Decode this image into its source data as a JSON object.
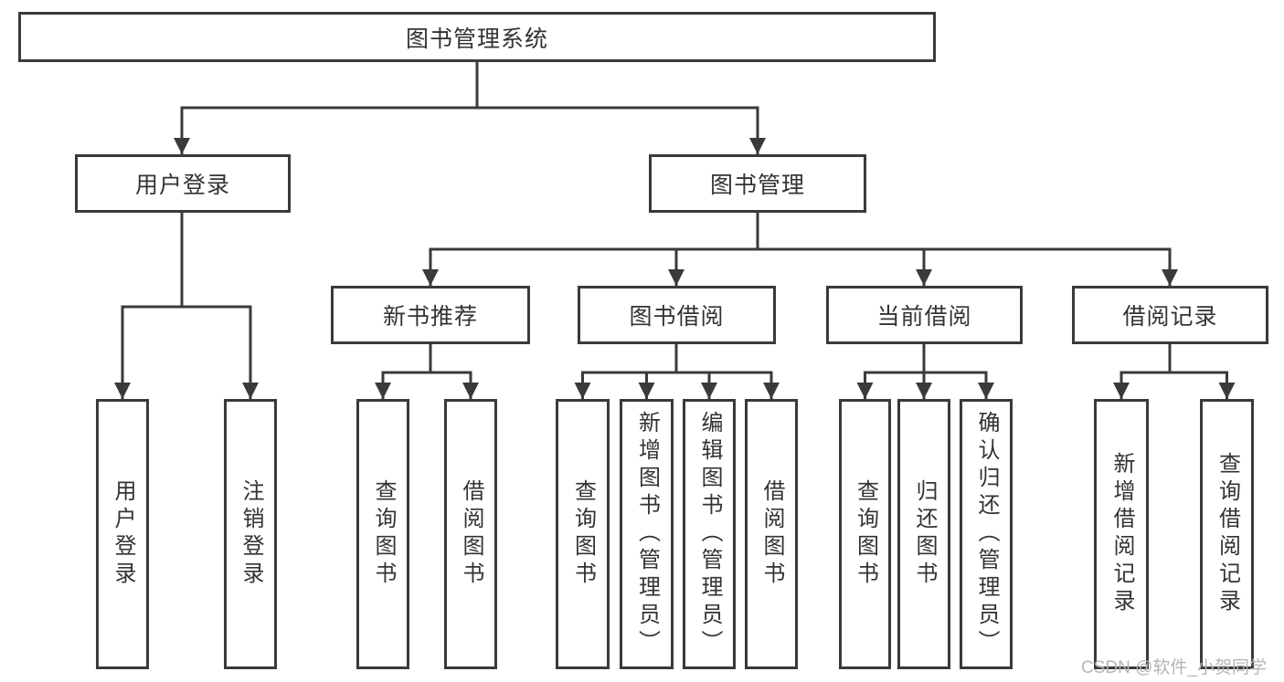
{
  "diagram_type": "feature-tree",
  "watermark": "CSDN @软件_小贺同学",
  "colors": {
    "line": "#3a3a3a",
    "text": "#333333",
    "watermark": "#b5b5b5",
    "background": "#ffffff"
  },
  "tree": {
    "label": "图书管理系统",
    "children": [
      {
        "label": "用户登录",
        "children": [
          {
            "label": "用户登录"
          },
          {
            "label": "注销登录"
          }
        ]
      },
      {
        "label": "图书管理",
        "children": [
          {
            "label": "新书推荐",
            "children": [
              {
                "label": "查询图书"
              },
              {
                "label": "借阅图书"
              }
            ]
          },
          {
            "label": "图书借阅",
            "children": [
              {
                "label": "查询图书"
              },
              {
                "label": "新增图书（管理员）"
              },
              {
                "label": "编辑图书（管理员）"
              },
              {
                "label": "借阅图书"
              }
            ]
          },
          {
            "label": "当前借阅",
            "children": [
              {
                "label": "查询图书"
              },
              {
                "label": "归还图书"
              },
              {
                "label": "确认归还（管理员）"
              }
            ]
          },
          {
            "label": "借阅记录",
            "children": [
              {
                "label": "新增借阅记录"
              },
              {
                "label": "查询借阅记录"
              }
            ]
          }
        ]
      }
    ]
  }
}
